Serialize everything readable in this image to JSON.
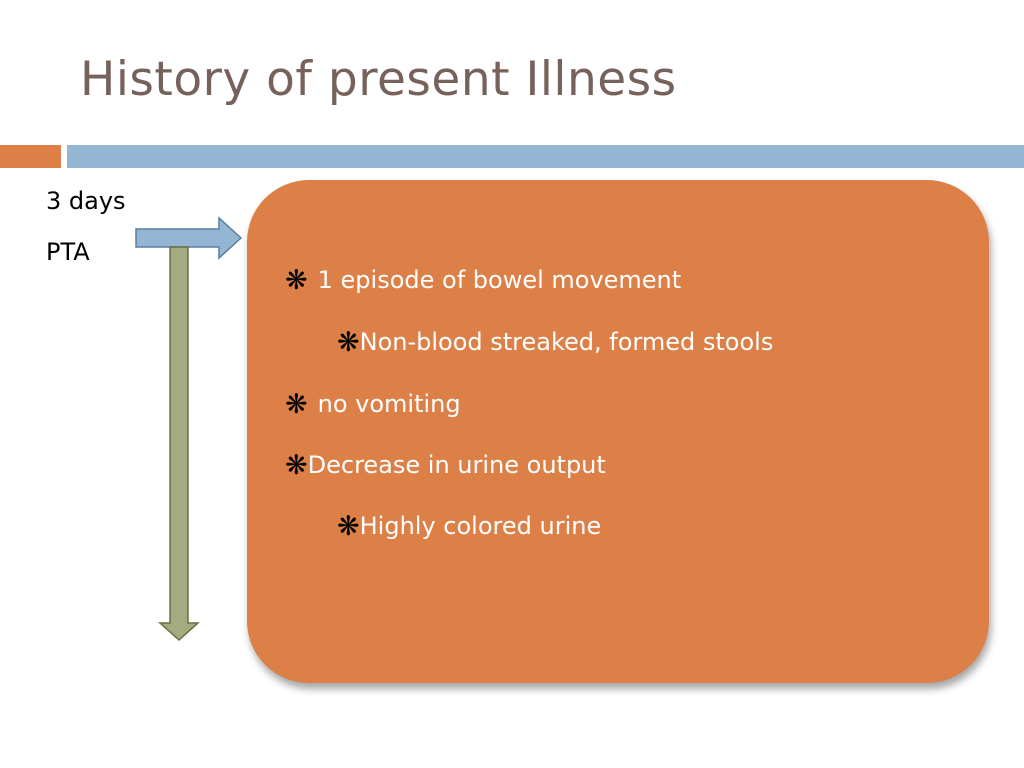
{
  "slide": {
    "title": "History of present Illness",
    "timeline": {
      "label_line1": "3 days",
      "label_line2": "PTA"
    },
    "bullets": [
      {
        "text": "1 episode of bowel movement",
        "level": 1
      },
      {
        "text": "Non-blood streaked, formed stools",
        "level": 2
      },
      {
        "text": "no vomiting",
        "level": 1
      },
      {
        "text": "Decrease in urine output",
        "level": 1
      },
      {
        "text": "Highly colored urine",
        "level": 2
      }
    ],
    "bullet_glyph": "❋"
  },
  "colors": {
    "title": "#76625a",
    "accent_orange": "#dd8047",
    "accent_blue": "#94b6d2",
    "box_fill": "#dd8047",
    "arrow_right_fill": "#94b6d2",
    "arrow_right_stroke": "#5a7fa0",
    "arrow_down_fill": "#a5ab81",
    "arrow_down_stroke": "#6b7040"
  }
}
